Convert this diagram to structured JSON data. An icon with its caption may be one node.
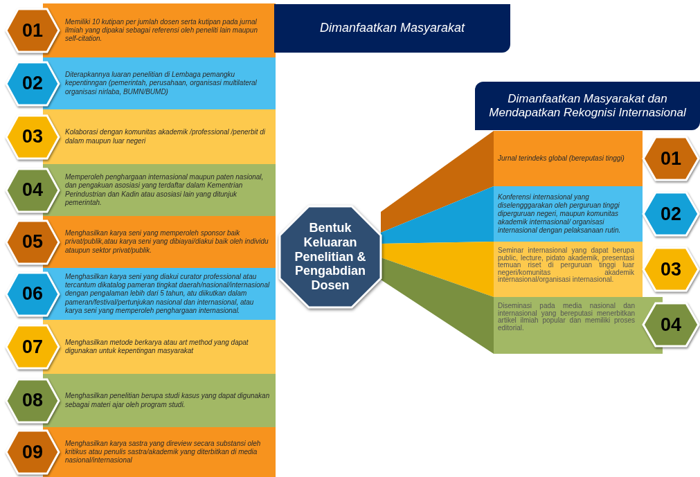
{
  "diagram": {
    "nodes": [
      {
        "text": [
          "Dimanfaatkan Masyarakat"
        ]
      },
      {
        "text": [
          "01"
        ]
      },
      {
        "text": [
          "Memiliki 10 kutipan per jumlah dosen serta kutipan pada jurnal ilmiah yang dipakai sebagai referensi oleh peneliti lain maupun self-citation."
        ]
      },
      {
        "text": [
          "02"
        ]
      },
      {
        "text": [
          "Diterapkannya luaran penelitian di Lembaga pemangku kepentinngan (pemerintah, perusahaan, organisasi multilateral organisasi nirlaba, BUMN/BUMD)"
        ]
      },
      {
        "text": [
          "03"
        ]
      },
      {
        "text": [
          "Kolaborasi dengan komunitas akademik /professional /penerbit di dalam maupun luar negeri"
        ]
      },
      {
        "text": [
          "04"
        ]
      },
      {
        "text": [
          "Memperoleh penghargaan internasional maupun paten nasional, dan pengakuan asosiasi yang terdaftar dalam Kementrian Perindustrian dan Kadin atau asosiasi lain yang ditunjuk pemerintah."
        ]
      },
      {
        "text": [
          "05"
        ]
      },
      {
        "text": [
          "Menghasilkan karya seni yang memperoleh sponsor baik privat/publik,atau karya seni yang dibiayai/diakui baik oleh individu ataupun sektor privat/publik."
        ]
      },
      {
        "text": [
          "06"
        ]
      },
      {
        "text": [
          "Menghasilkan karya seni yang diakui curator professional atau tercantum dikatalog pameran tingkat daerah/nasional/internasional dengan pengalaman lebih dari 5 tahun, atu diikutkan dalam pameran/festival/pertunjukan nasional dan internasional, atau karya seni yang memperoleh penghargaan internasional."
        ]
      },
      {
        "text": [
          "07"
        ]
      },
      {
        "text": [
          "Menghasilkan metode berkarya atau art method yang dapat digunakan untuk kepentingan masyarakat"
        ]
      },
      {
        "text": [
          "08"
        ]
      },
      {
        "text": [
          "Menghasilkan penelitian berupa studi kasus yang dapat digunakan sebagai materi ajar oleh program studi."
        ]
      },
      {
        "text": [
          "09"
        ]
      },
      {
        "text": [
          "Menghasilkan karya sastra yang direview secara substansi oleh kritikus atau penulis sastra/akademik yang diterbitkan di media nasional/internasional"
        ]
      },
      {
        "text": [
          "Bentuk Keluaran Penelitian & Pengabdian Dosen"
        ]
      },
      {
        "text": [
          "Dimanfaatkan Masyarakat dan Mendapatkan Rekognisi Internasional"
        ]
      },
      {
        "text": [
          "Jurnal terindeks global (bereputasi tinggi)"
        ]
      },
      {
        "text": [
          "01"
        ]
      },
      {
        "text": [
          "Konferensi internasional yang diselengggarakan oleh perguruan tinggi diperguruan negeri, maupun komunitas akademik internasional/ organisasi internasional dengan pelaksanaan rutin."
        ]
      },
      {
        "text": [
          "02"
        ]
      },
      {
        "text": [
          "Seminar internasional yang dapat berupa public, lecture, pidato akademik, presentasi temuan riset di perguruan tinggi luar negeri/komunitas akademik internasional/organisasi internasional."
        ]
      },
      {
        "text": [
          "03"
        ]
      },
      {
        "text": [
          "Diseminasi pada media nasional dan internasional yang bereputasi menerbitkan artikel ilmiah popular dan memiliki proses editorial."
        ]
      },
      {
        "text": [
          "04"
        ]
      }
    ],
    "edges": [
      {
        "from": 19,
        "to": 21,
        "arrow": "none",
        "style": "thick",
        "color": "#c8690a"
      },
      {
        "from": 19,
        "to": 23,
        "arrow": "none",
        "style": "thick",
        "color": "#14a0d8"
      },
      {
        "from": 19,
        "to": 25,
        "arrow": "none",
        "style": "thick",
        "color": "#f7b500"
      },
      {
        "from": 19,
        "to": 27,
        "arrow": "none",
        "style": "thick",
        "color": "#7a9040"
      }
    ]
  }
}
